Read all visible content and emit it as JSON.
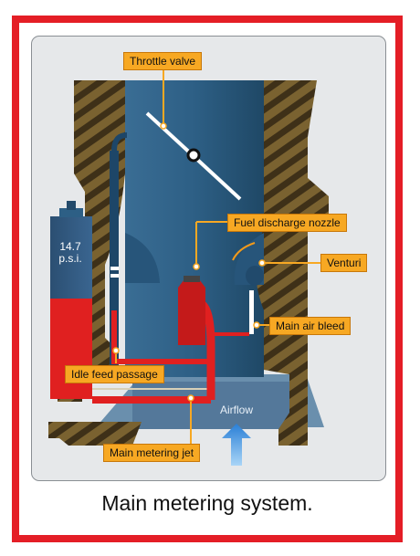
{
  "diagram": {
    "labels": {
      "throttle_valve": "Throttle valve",
      "fuel_discharge_nozzle": "Fuel discharge nozzle",
      "venturi": "Venturi",
      "main_air_bleed": "Main air bleed",
      "idle_feed_passage": "Idle feed passage",
      "main_metering_jet": "Main metering jet"
    },
    "pressure": {
      "line1": "14.7",
      "line2": "p.s.i."
    },
    "airflow": "Airflow"
  },
  "caption": "Main metering system.",
  "colors": {
    "frame": "#e41e26",
    "label_fill": "#f7a823",
    "fuel": "#e02020",
    "body": "#7a6230",
    "throat": "#2d5f85"
  }
}
